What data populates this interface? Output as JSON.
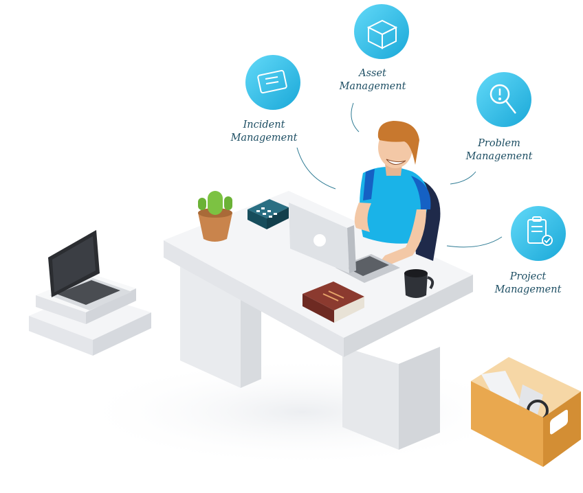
{
  "modules": [
    {
      "id": "incident",
      "line1": "Incident",
      "line2": "Management",
      "icon": "ticket-icon"
    },
    {
      "id": "asset",
      "line1": "Asset",
      "line2": "Management",
      "icon": "box-icon"
    },
    {
      "id": "problem",
      "line1": "Problem",
      "line2": "Management",
      "icon": "magnifier-alert-icon"
    },
    {
      "id": "project",
      "line1": "Project",
      "line2": "Management",
      "icon": "clipboard-check-icon"
    }
  ],
  "colors": {
    "badge_light": "#59d3f5",
    "badge_dark": "#17a9d9",
    "label_text": "#1d4e63",
    "shirt": "#1ab3e8",
    "desk": "#f2f3f5",
    "box": "#e9a84f",
    "book": "#8b3a2f",
    "cactus": "#7cc242",
    "pot": "#c9844c",
    "phone": "#1e5b6e"
  }
}
